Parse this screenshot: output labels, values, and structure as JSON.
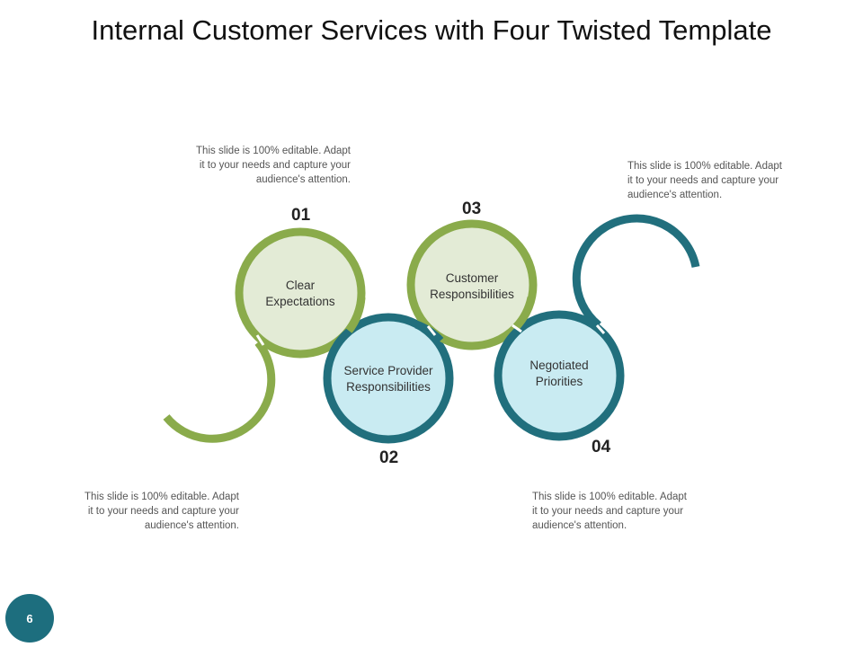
{
  "title": "Internal Customer Services with Four Twisted Template",
  "colors": {
    "green": "#8aab4b",
    "green_fill": "#e3ebd6",
    "teal": "#216f7d",
    "teal_fill": "#c9ebf2",
    "badge": "#1d6e7e"
  },
  "steps": [
    {
      "number": "01",
      "label_line1": "Clear",
      "label_line2": "Expectations"
    },
    {
      "number": "02",
      "label_line1": "Service Provider",
      "label_line2": "Responsibilities"
    },
    {
      "number": "03",
      "label_line1": "Customer",
      "label_line2": "Responsibilities"
    },
    {
      "number": "04",
      "label_line1": "Negotiated",
      "label_line2": "Priorities"
    }
  ],
  "descriptions": [
    {
      "line1": "This slide is 100% editable. Adapt",
      "line2": "it to your needs and capture your",
      "line3": "audience's attention."
    },
    {
      "line1": "This slide is 100% editable. Adapt",
      "line2": "it to your needs and capture your",
      "line3": "audience's attention."
    },
    {
      "line1": "This slide is 100% editable. Adapt",
      "line2": "it to your needs and capture your",
      "line3": "audience's attention."
    },
    {
      "line1": "This slide is 100% editable. Adapt",
      "line2": "it to your needs and capture your",
      "line3": "audience's attention."
    }
  ],
  "page_number": "6"
}
